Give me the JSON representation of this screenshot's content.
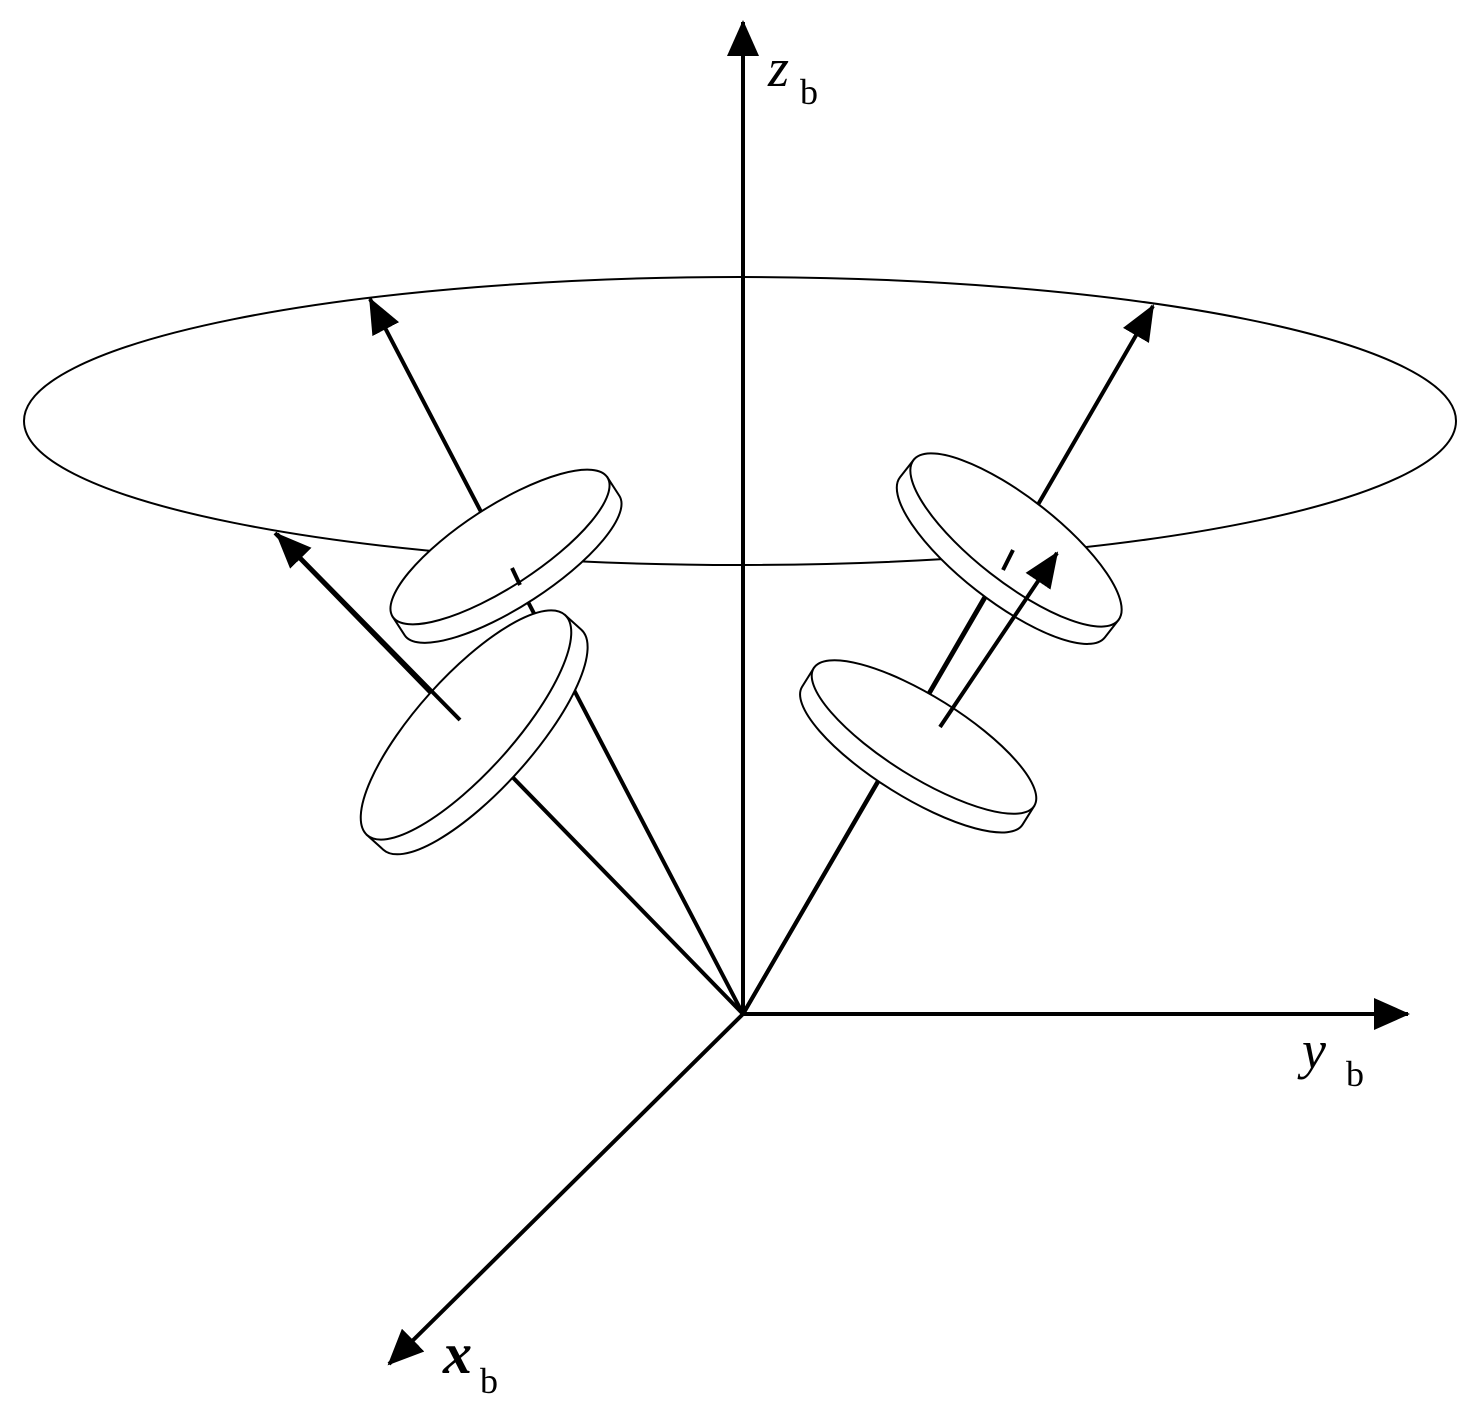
{
  "diagram": {
    "axes": {
      "z": {
        "letter": "z",
        "subscript": "b"
      },
      "y": {
        "letter": "y",
        "subscript": "b"
      },
      "x": {
        "letter": "x",
        "subscript": "b"
      }
    },
    "colors": {
      "stroke": "#000000",
      "background": "#ffffff",
      "wheel_fill": "#ffffff"
    }
  }
}
